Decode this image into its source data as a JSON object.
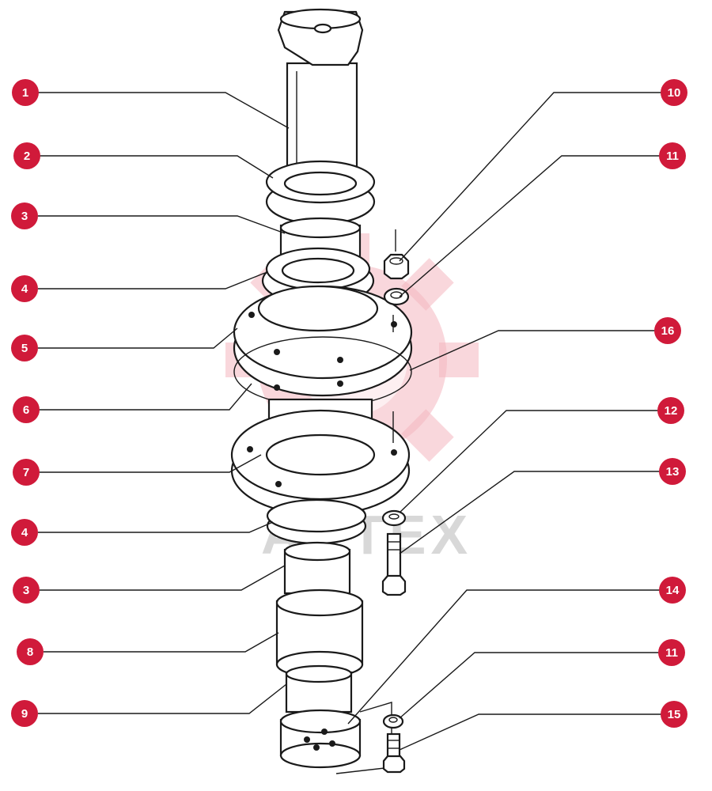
{
  "watermark": {
    "text": "ARTEX",
    "gear_color": "#f4b7c0"
  },
  "colors": {
    "callout_fill": "#d01a3a",
    "callout_text": "#ffffff",
    "line": "#1a1a1a"
  },
  "callouts_left": [
    {
      "label": "1"
    },
    {
      "label": "2"
    },
    {
      "label": "3"
    },
    {
      "label": "4"
    },
    {
      "label": "5"
    },
    {
      "label": "6"
    },
    {
      "label": "7"
    },
    {
      "label": "4"
    },
    {
      "label": "3"
    },
    {
      "label": "8"
    },
    {
      "label": "9"
    }
  ],
  "callouts_right": [
    {
      "label": "10"
    },
    {
      "label": "11"
    },
    {
      "label": "16"
    },
    {
      "label": "12"
    },
    {
      "label": "13"
    },
    {
      "label": "14"
    },
    {
      "label": "11"
    },
    {
      "label": "15"
    }
  ]
}
